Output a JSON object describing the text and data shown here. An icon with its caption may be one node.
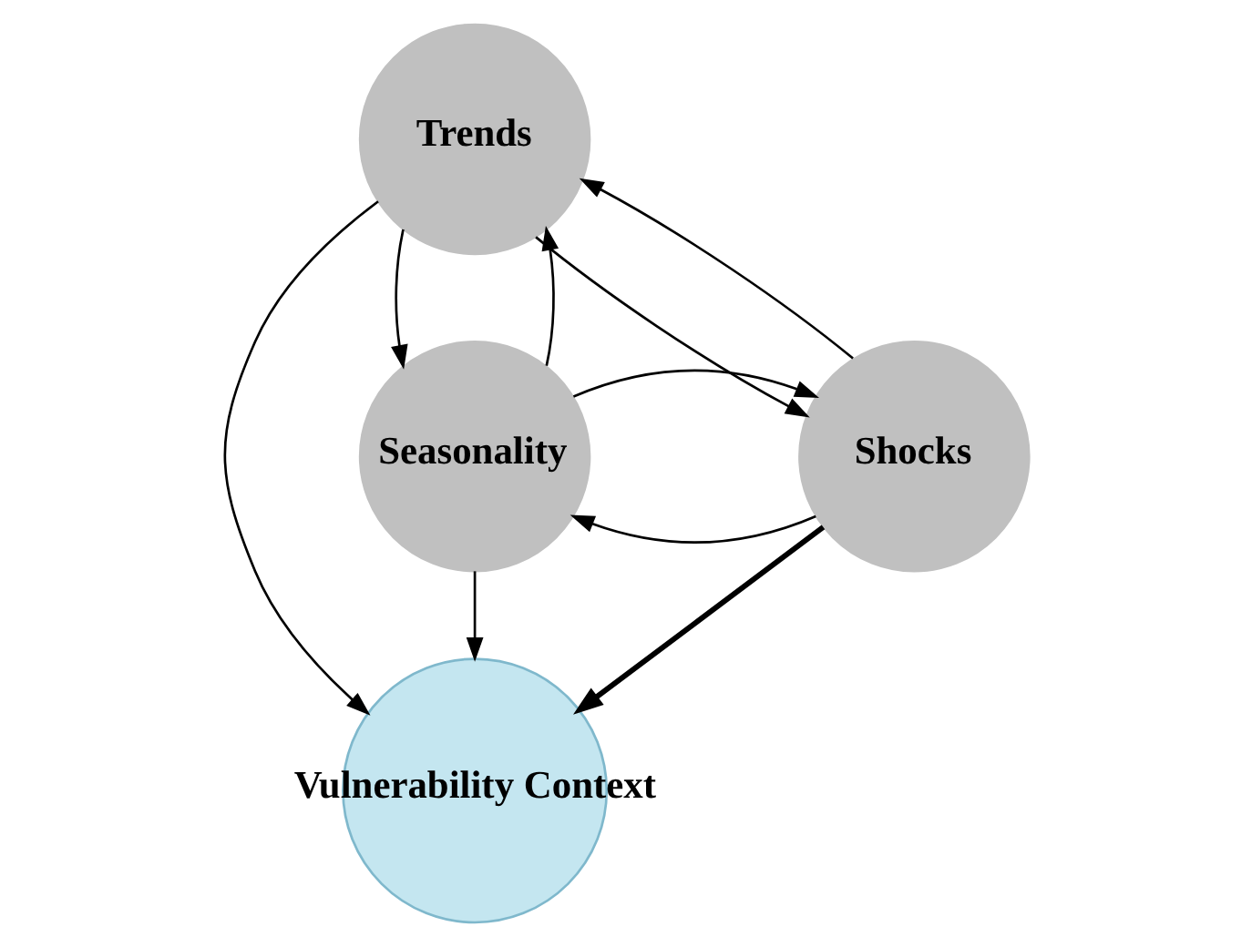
{
  "diagram": {
    "nodes": [
      {
        "text": [
          "Trends"
        ]
      },
      {
        "text": [
          "Vulnerability Context"
        ]
      },
      {
        "text": [
          "Seasonality"
        ]
      },
      {
        "text": [
          "Shocks"
        ]
      }
    ],
    "edges": [
      {
        "from": 0,
        "to": 1,
        "arrow": "to"
      },
      {
        "from": 0,
        "to": 2,
        "arrow": "to"
      },
      {
        "from": 2,
        "to": 0,
        "arrow": "to"
      },
      {
        "from": 0,
        "to": 3,
        "arrow": "to"
      },
      {
        "from": 3,
        "to": 0,
        "arrow": "to"
      },
      {
        "from": 2,
        "to": 1,
        "arrow": "to"
      },
      {
        "from": 3,
        "to": 1,
        "arrow": "to",
        "style": "thick"
      },
      {
        "from": 3,
        "to": 2,
        "arrow": "to"
      },
      {
        "from": 2,
        "to": 3,
        "arrow": "to"
      }
    ]
  }
}
